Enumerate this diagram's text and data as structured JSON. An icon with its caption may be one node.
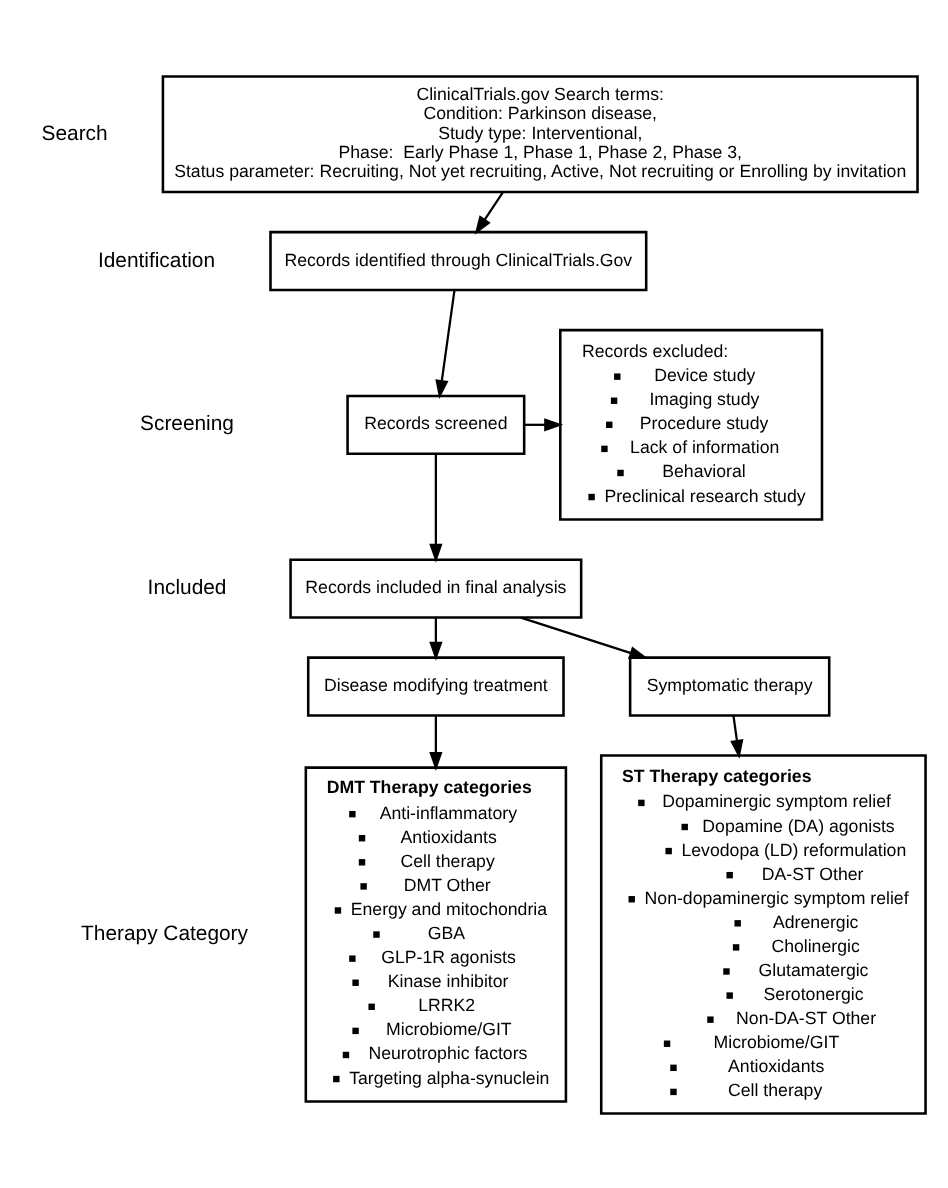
{
  "diagram": {
    "nodes": [
      {
        "text": [
          "ClinicalTrials.gov Search terms:",
          "Condition: Parkinson disease,",
          "Study type: Interventional,",
          "Phase:  Early Phase 1, Phase 1, Phase 2, Phase 3,",
          "Status parameter: Recruiting, Not yet recruiting, Active, Not recruiting or Enrolling by invitation"
        ]
      },
      {
        "text": [
          "Records identified through ClinicalTrials.Gov"
        ]
      },
      {
        "text": [
          "Records screened"
        ]
      },
      {
        "text": [
          "Records excluded:",
          "Device study",
          "Imaging study",
          "Procedure study",
          "Lack of information",
          "Behavioral",
          "Preclinical research study"
        ]
      },
      {
        "text": [
          "Records included in final analysis"
        ]
      },
      {
        "text": [
          "Symptomatic therapy"
        ]
      },
      {
        "text": [
          "Disease modifying treatment"
        ]
      },
      {
        "text": [
          "ST Therapy categories",
          "Dopaminergic symptom relief",
          "Dopamine (DA) agonists",
          "Levodopa (LD) reformulation",
          "DA-ST Other",
          "Non-dopaminergic symptom relief",
          "Adrenergic",
          "Cholinergic",
          "Glutamatergic",
          "Serotonergic",
          "Non-DA-ST Other",
          "Microbiome/GIT",
          "Antioxidants",
          "Cell therapy"
        ]
      },
      {
        "text": [
          "DMT Therapy categories",
          "Anti-inflammatory",
          "Antioxidants",
          "Cell therapy",
          "DMT Other",
          "Energy and mitochondria",
          "GBA",
          "GLP-1R agonists",
          "Kinase inhibitor",
          "LRRK2",
          "Microbiome/GIT",
          "Neurotrophic factors",
          "Targeting alpha-synuclein"
        ]
      }
    ],
    "edges": [
      {
        "from": 0,
        "to": 1,
        "arrow": "to"
      },
      {
        "from": 1,
        "to": 2,
        "arrow": "to"
      },
      {
        "from": 2,
        "to": 3,
        "arrow": "to"
      },
      {
        "from": 2,
        "to": 4,
        "arrow": "to"
      },
      {
        "from": 4,
        "to": 5,
        "arrow": "to"
      },
      {
        "from": 4,
        "to": 6,
        "arrow": "to"
      },
      {
        "from": 5,
        "to": 7,
        "arrow": "to"
      },
      {
        "from": 6,
        "to": 8,
        "arrow": "to"
      }
    ],
    "labels": [
      "Search",
      "Identification",
      "Screening",
      "Included",
      "Therapy Category"
    ]
  }
}
